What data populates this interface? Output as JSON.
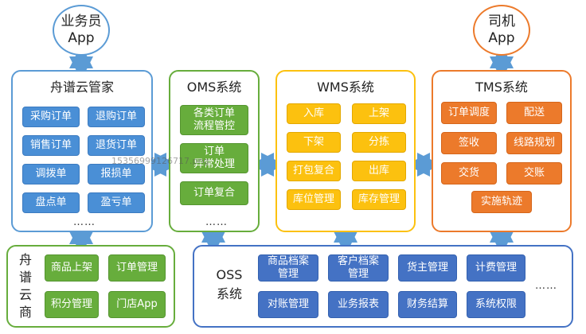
{
  "salesman_app": {
    "line1": "业务员",
    "line2": "App"
  },
  "driver_app": {
    "line1": "司机",
    "line2": "App"
  },
  "zhoupu_cloud": {
    "title": "舟谱云管家",
    "items": [
      "采购订单",
      "退购订单",
      "销售订单",
      "退货订单",
      "调拨单",
      "报损单",
      "盘点单",
      "盈亏单"
    ],
    "more": "……"
  },
  "oms": {
    "title": "OMS系统",
    "items": [
      {
        "line1": "各类订单",
        "line2": "流程管控"
      },
      {
        "line1": "订单",
        "line2": "异常处理"
      },
      {
        "line1": "订单复合",
        "line2": ""
      }
    ],
    "more": "……"
  },
  "wms": {
    "title": "WMS系统",
    "items": [
      "入库",
      "上架",
      "下架",
      "分拣",
      "打包复合",
      "出库",
      "库位管理",
      "库存管理"
    ]
  },
  "tms": {
    "title": "TMS系统",
    "items": [
      "订单调度",
      "配送",
      "签收",
      "线路规划",
      "交货",
      "交账"
    ],
    "wide_item": "实施轨迹"
  },
  "zhoupu_shop": {
    "title_chars": [
      "舟",
      "谱",
      "云",
      "商"
    ],
    "items": [
      "商品上架",
      "订单管理",
      "积分管理",
      "门店App"
    ]
  },
  "oss": {
    "title_line1": "OSS",
    "title_line2": "系统",
    "items": [
      {
        "line1": "商品档案",
        "line2": "管理"
      },
      {
        "line1": "客户档案",
        "line2": "管理"
      },
      {
        "line1": "货主管理",
        "line2": ""
      },
      {
        "line1": "计费管理",
        "line2": ""
      },
      {
        "line1": "对账管理",
        "line2": ""
      },
      {
        "line1": "业务报表",
        "line2": ""
      },
      {
        "line1": "财务结算",
        "line2": ""
      },
      {
        "line1": "系统权限",
        "line2": ""
      }
    ],
    "more": "……"
  },
  "watermark": "15356999126717.png",
  "colors": {
    "blue": "#4a8fd6",
    "green": "#67ad3c",
    "yellow": "#fcc10f",
    "orange": "#ec7a2b",
    "navy": "#4472c4",
    "arrow": "#5b9bd5"
  }
}
